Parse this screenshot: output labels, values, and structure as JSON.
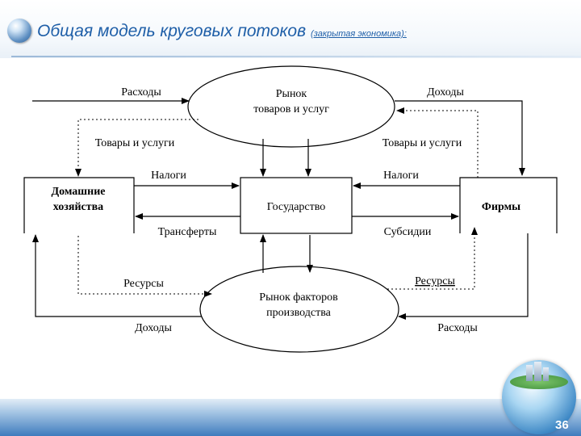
{
  "slide": {
    "title": "Общая модель круговых потоков",
    "subtitle": "(закрытая экономика):",
    "page_number": "36"
  },
  "diagram": {
    "nodes": {
      "goods_market": {
        "line1": "Рынок",
        "line2": "товаров и услуг"
      },
      "factor_market": {
        "line1": "Рынок факторов",
        "line2": "производства"
      },
      "households": {
        "line1": "Домашние",
        "line2": "хозяйства"
      },
      "government": {
        "label": "Государство"
      },
      "firms": {
        "label": "Фирмы"
      }
    },
    "flows": {
      "hh_spending": "Расходы",
      "firm_revenue": "Доходы",
      "goods_to_hh": "Товары и услуги",
      "goods_from_firms": "Товары и услуги",
      "hh_taxes": "Налоги",
      "firm_taxes": "Налоги",
      "transfers": "Трансферты",
      "subsidies": "Субсидии",
      "hh_resources": "Ресурсы",
      "firm_resources": "Ресурсы",
      "hh_income": "Доходы",
      "firm_costs": "Расходы"
    }
  }
}
